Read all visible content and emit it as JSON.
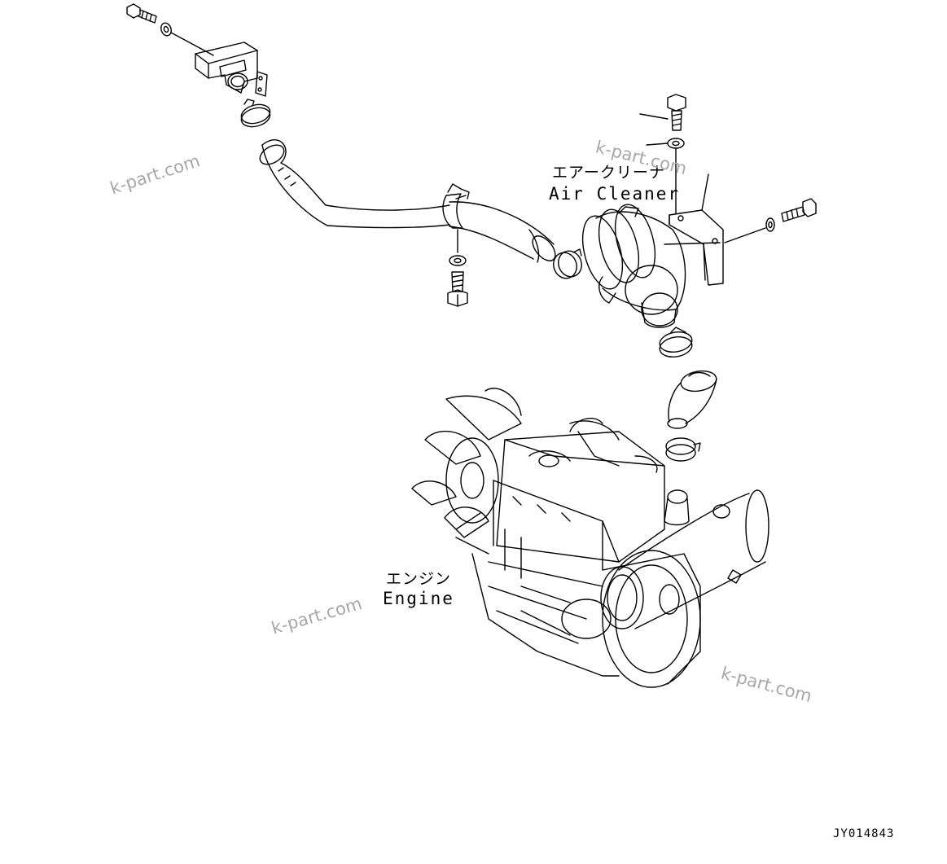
{
  "labels": {
    "air_cleaner": {
      "jp": "エアークリーナ",
      "en": "Air Cleaner"
    },
    "engine": {
      "jp": "エンジン",
      "en": "Engine"
    }
  },
  "drawing_code": "JY014843",
  "watermarks": [
    "k-part.com",
    "k-part.com",
    "k-part.com",
    "k-part.com"
  ],
  "colors": {
    "line": "#000000",
    "watermark": "#a8a8a8",
    "background": "#ffffff"
  }
}
